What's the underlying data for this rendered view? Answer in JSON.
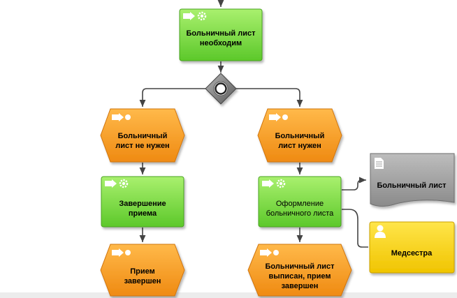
{
  "nodes": {
    "func_sick_leave_required": {
      "lines": [
        "Больничный лист",
        "необходим"
      ],
      "icon": "function-icon"
    },
    "event_not_needed": {
      "lines": [
        "Больничный",
        "лист не нужен"
      ],
      "icon": "event-icon"
    },
    "event_needed": {
      "lines": [
        "Больничный",
        "лист нужен"
      ],
      "icon": "event-icon"
    },
    "func_finish_appointment": {
      "lines": [
        "Завершение",
        "приема"
      ],
      "icon": "function-icon"
    },
    "func_issue_sick_leave": {
      "lines": [
        "Оформление",
        "больничного листа"
      ],
      "icon": "function-icon"
    },
    "event_appointment_finished": {
      "lines": [
        "Прием",
        "завершен"
      ],
      "icon": "event-icon"
    },
    "event_issued_finished": {
      "lines": [
        "Больничный лист",
        "выписан, прием",
        "завершен"
      ],
      "icon": "event-icon"
    },
    "doc_sick_leave": {
      "lines": [
        "Больничный лист"
      ],
      "icon": "document-icon"
    },
    "role_nurse": {
      "lines": [
        "Медсестра"
      ],
      "icon": "person-icon"
    }
  },
  "gateway": {
    "icon": "xor-gateway-icon"
  },
  "colors": {
    "function_fill": "#7fe04a",
    "event_fill": "#f59a1f",
    "document_fill": "#9c9c9c",
    "role_fill": "#f5d313",
    "connector": "#444444"
  }
}
